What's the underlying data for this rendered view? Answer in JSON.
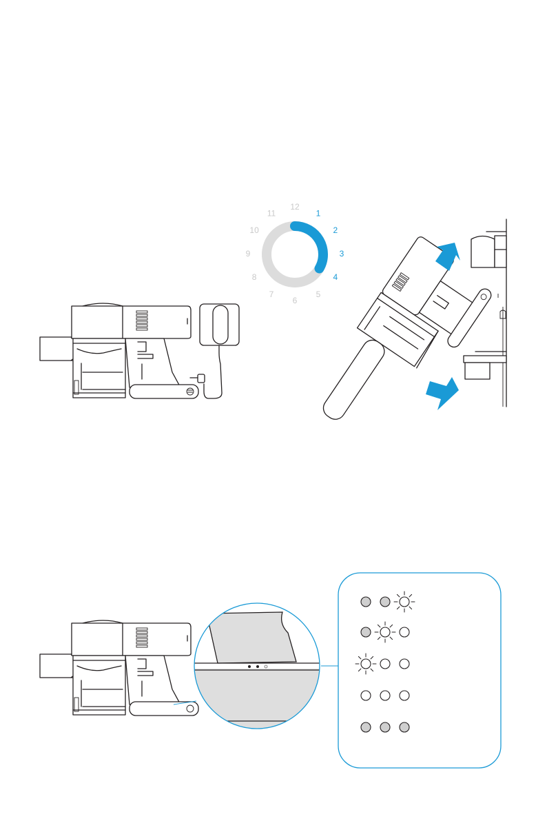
{
  "colors": {
    "accent": "#1a9ad6",
    "ring_inactive": "#dcdcdc",
    "lens_fill": "#dedede",
    "led_gray": "#cfcfcf",
    "outline": "#231f20"
  },
  "dial": {
    "numbers": [
      "12",
      "1",
      "2",
      "3",
      "4",
      "5",
      "6",
      "7",
      "8",
      "9",
      "10",
      "11"
    ],
    "active_numbers": [
      "1",
      "2",
      "3",
      "4"
    ],
    "charge_progress_hours": 4,
    "total_hours": 12
  },
  "led_panel": {
    "rows": [
      [
        "gray",
        "gray",
        "flash"
      ],
      [
        "gray",
        "flash",
        "off"
      ],
      [
        "flash",
        "off",
        "off"
      ],
      [
        "off",
        "off",
        "off"
      ],
      [
        "gray",
        "gray",
        "gray"
      ]
    ]
  },
  "icons": [
    "charger-icon",
    "arrow-icon",
    "led-icon"
  ]
}
